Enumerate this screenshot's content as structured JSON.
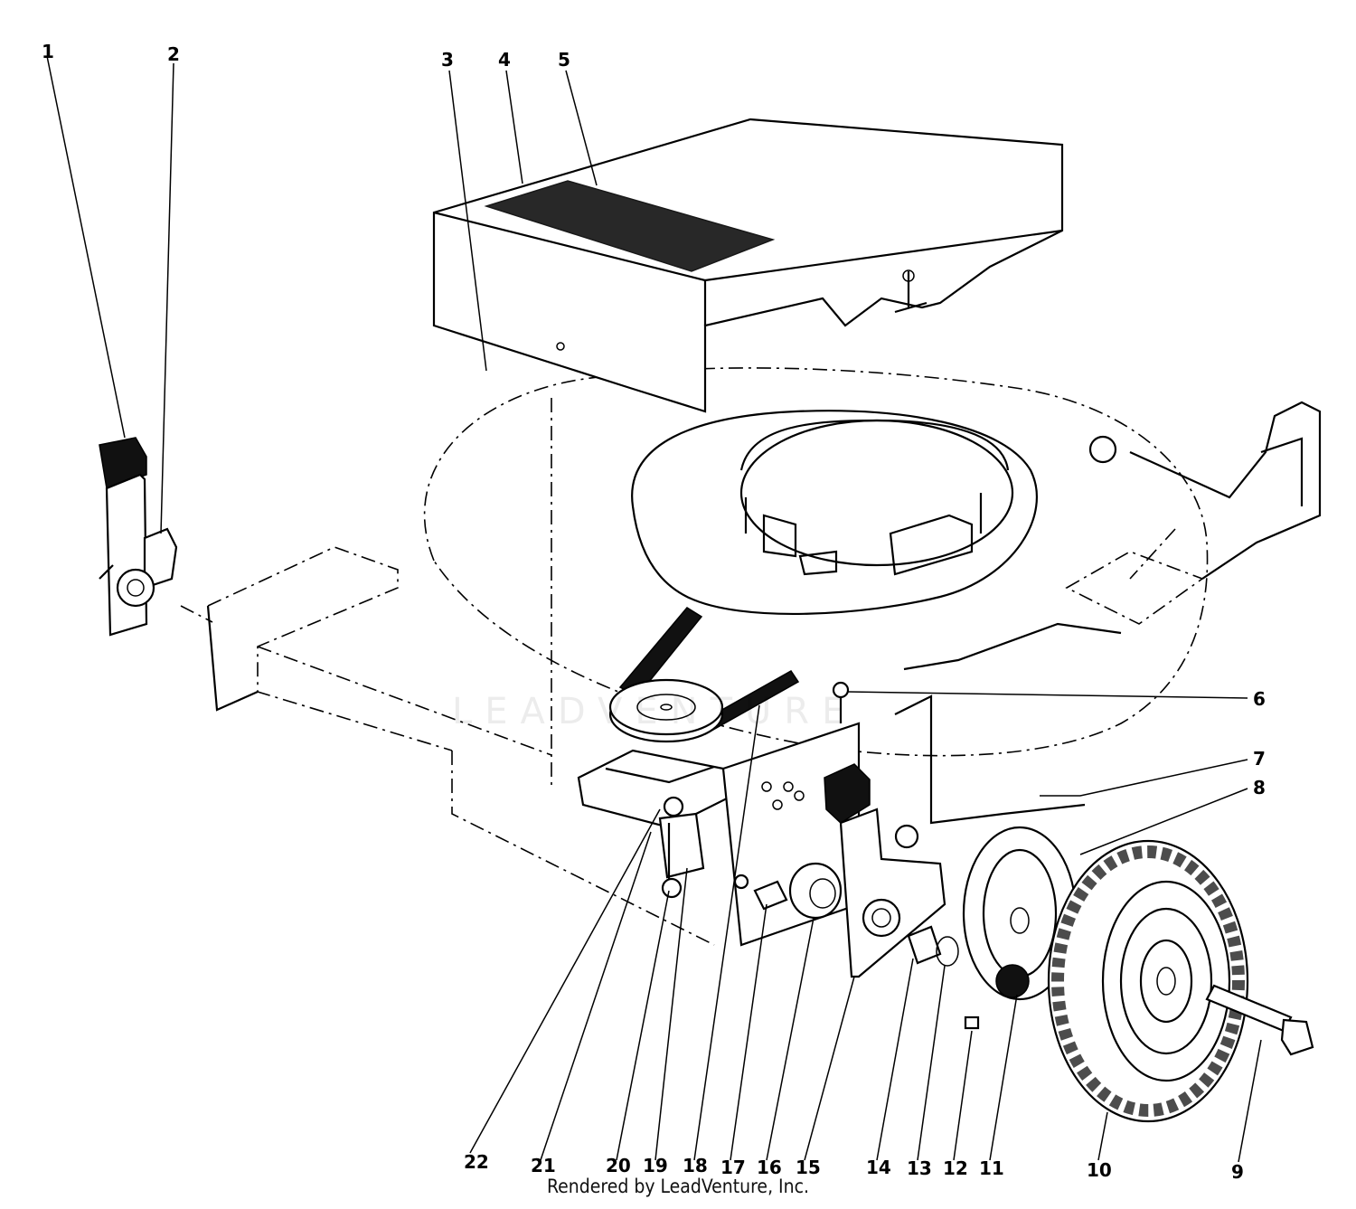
{
  "diagram": {
    "callouts": [
      {
        "id": "c1",
        "text": "1"
      },
      {
        "id": "c2",
        "text": "2"
      },
      {
        "id": "c3",
        "text": "3"
      },
      {
        "id": "c4",
        "text": "4"
      },
      {
        "id": "c5",
        "text": "5"
      },
      {
        "id": "c6",
        "text": "6"
      },
      {
        "id": "c7",
        "text": "7"
      },
      {
        "id": "c8",
        "text": "8"
      },
      {
        "id": "c9",
        "text": "9"
      },
      {
        "id": "c10",
        "text": "10"
      },
      {
        "id": "c11",
        "text": "11"
      },
      {
        "id": "c12",
        "text": "12"
      },
      {
        "id": "c13",
        "text": "13"
      },
      {
        "id": "c14",
        "text": "14"
      },
      {
        "id": "c15",
        "text": "15"
      },
      {
        "id": "c16",
        "text": "16"
      },
      {
        "id": "c17",
        "text": "17"
      },
      {
        "id": "c18",
        "text": "18"
      },
      {
        "id": "c19",
        "text": "19"
      },
      {
        "id": "c20",
        "text": "20"
      },
      {
        "id": "c21",
        "text": "21"
      },
      {
        "id": "c22",
        "text": "22"
      }
    ],
    "watermark": "LEADVENTURE",
    "footer": "Rendered by LeadVenture, Inc.",
    "colors": {
      "ink": "#000000",
      "paper": "#ffffff",
      "watermark": "#000000"
    }
  }
}
